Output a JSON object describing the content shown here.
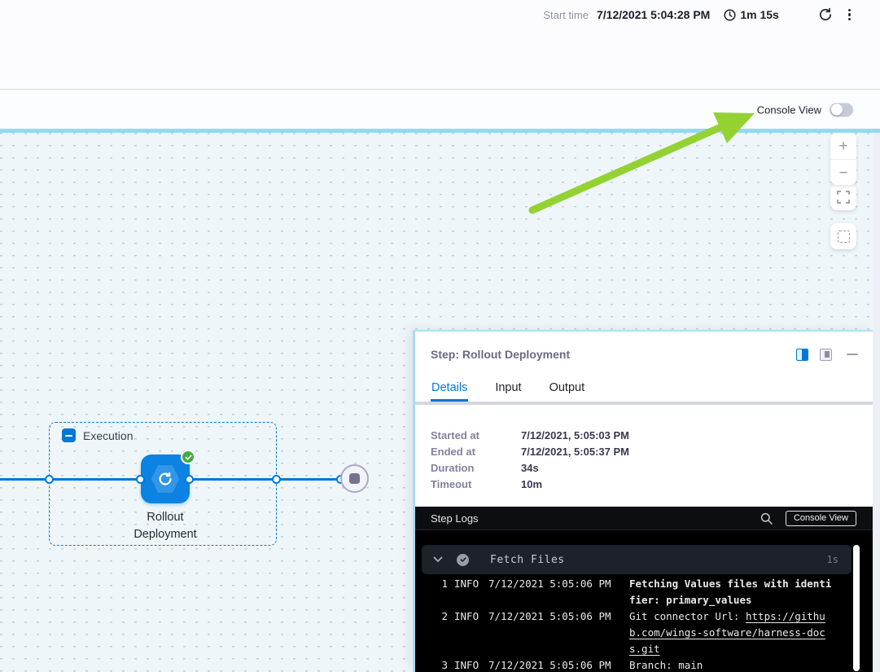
{
  "header": {
    "start_time_label": "Start time",
    "start_time_value": "7/12/2021 5:04:28 PM",
    "elapsed_time": "1m 15s"
  },
  "toolbar": {
    "console_view_label": "Console View"
  },
  "canvas": {
    "execution_group_label": "Execution",
    "node_label": "Rollout Deployment",
    "zoom_in_glyph": "+",
    "zoom_out_glyph": "−"
  },
  "panel": {
    "title": "Step: Rollout Deployment",
    "tabs": [
      {
        "label": "Details"
      },
      {
        "label": "Input"
      },
      {
        "label": "Output"
      }
    ],
    "details": [
      {
        "label": "Started at",
        "value": "7/12/2021, 5:05:03 PM"
      },
      {
        "label": "Ended at",
        "value": "7/12/2021, 5:05:37 PM"
      },
      {
        "label": "Duration",
        "value": "34s"
      },
      {
        "label": "Timeout",
        "value": "10m"
      }
    ],
    "logs": {
      "title": "Step Logs",
      "console_view_button": "Console View",
      "group": {
        "name": "Fetch Files",
        "duration": "1s"
      },
      "lines": [
        {
          "num": "1",
          "level": "INFO",
          "time": "7/12/2021 5:05:06 PM",
          "message": "Fetching Values files with identifier: primary_values"
        },
        {
          "num": "2",
          "level": "INFO",
          "time": "7/12/2021 5:05:06 PM",
          "message_prefix": "Git connector Url: ",
          "message_link": "https://github.com/wings-software/harness-docs.git"
        },
        {
          "num": "3",
          "level": "INFO",
          "time": "7/12/2021 5:05:06 PM",
          "message": "Branch: main"
        }
      ]
    }
  },
  "colors": {
    "accent_blue": "#0278D5",
    "success_green": "#42AB45",
    "arrow_green": "#94D234",
    "canvas_divider": "#90DBF4"
  }
}
